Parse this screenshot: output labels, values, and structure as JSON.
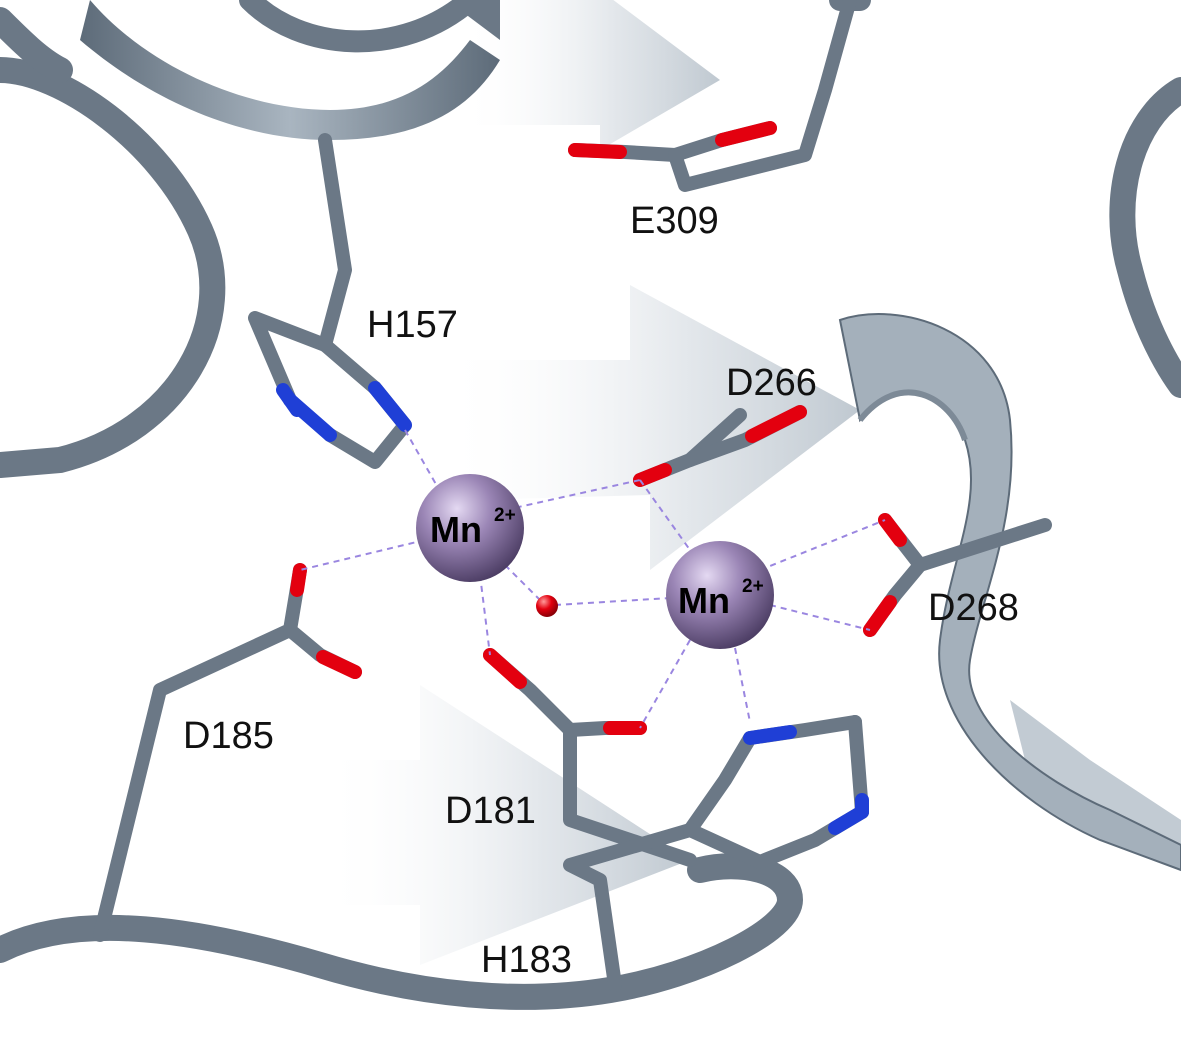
{
  "figure": {
    "residue_labels": [
      "E309",
      "H157",
      "D266",
      "D268",
      "D185",
      "D181",
      "H183"
    ],
    "ions": [
      {
        "symbol": "Mn",
        "charge": "2+"
      },
      {
        "symbol": "Mn",
        "charge": "2+"
      }
    ],
    "colors": {
      "ribbon": "#6b7886",
      "sheet": "#c9d1d8",
      "carbon": "#6b7886",
      "oxygen": "#e3000f",
      "nitrogen": "#1f3fd6",
      "manganese": "#9b86b6",
      "water": "#e3000f",
      "coordination_bond": "#9a86e0"
    }
  }
}
